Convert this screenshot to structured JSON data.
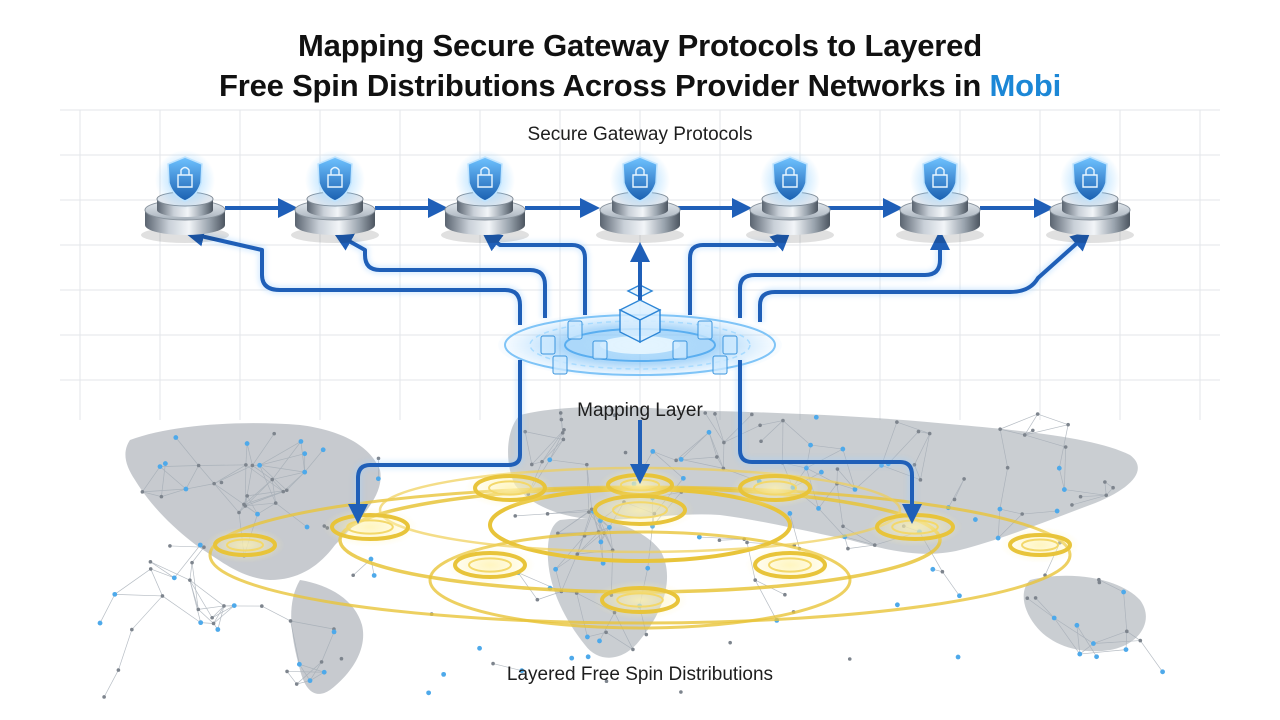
{
  "title": {
    "line1": "Mapping Secure Gateway Protocols to Layered",
    "line2_main": "Free Spin Distributions Across Provider Networks in ",
    "line2_accent": "Mobi"
  },
  "labels": {
    "gateway": "Secure Gateway Protocols",
    "mapping": "Mapping Layer",
    "distributions": "Layered Free Spin Distributions"
  },
  "colors": {
    "accent": "#1c87d6",
    "flow_blue": "#1f5fb8",
    "ring_gold": "#e8c43a",
    "map_gray": "#7d8690",
    "node_blue": "#3aa0e8"
  },
  "icons": {
    "gateway_node": "shield-icon",
    "hub": "cube-stack-icon",
    "world": "world-map"
  }
}
